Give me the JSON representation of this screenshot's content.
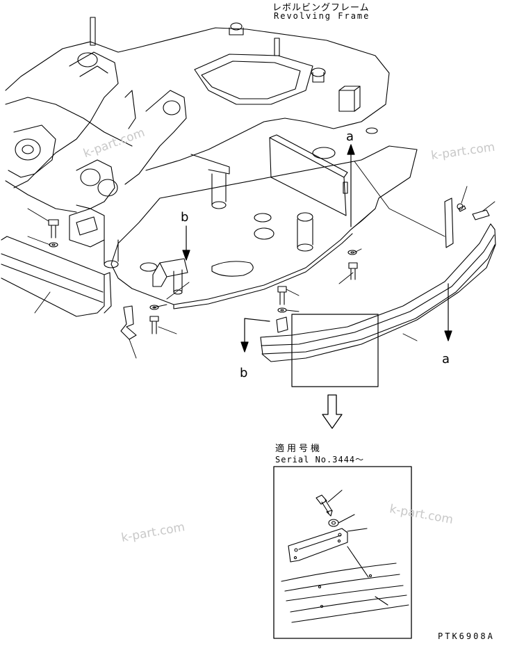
{
  "header": {
    "jp_title": "レボルビングフレーム",
    "en_title": "Revolving Frame"
  },
  "detail": {
    "jp_caption": "適用号機",
    "serial": "Serial No.3444～"
  },
  "labels": {
    "a_top": "a",
    "a_right": "a",
    "b_mid": "b",
    "b_left": "b"
  },
  "watermarks": [
    "k-part.com",
    "k-part.com",
    "k-part.com",
    "k-part.com"
  ],
  "drawing_code": "PTK6908A",
  "colors": {
    "line": "#000000",
    "watermark": "#c8c8c8",
    "background": "#ffffff"
  }
}
